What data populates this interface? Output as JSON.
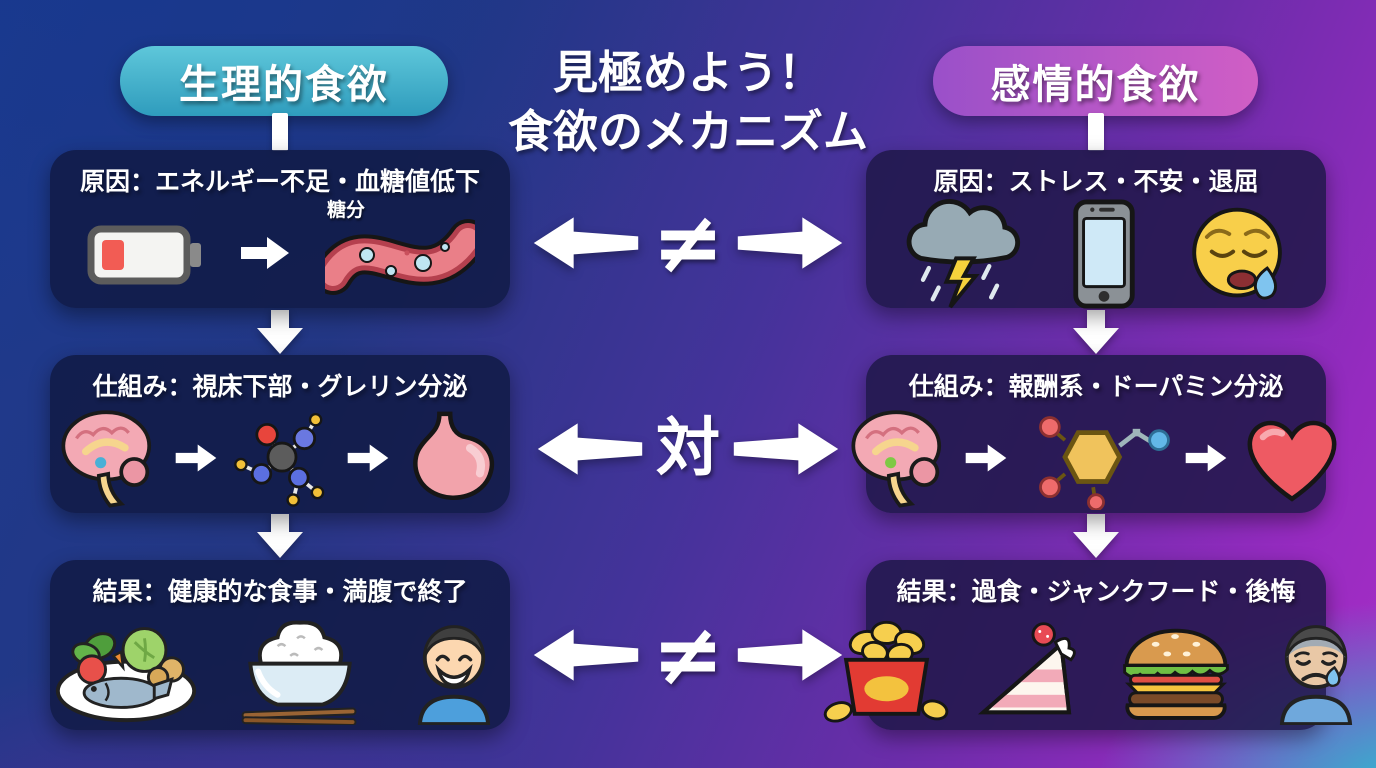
{
  "poster": {
    "title_line1": "見極めよう！",
    "title_line2": "食欲のメカニズム"
  },
  "left": {
    "header": "生理的食欲",
    "boxes": [
      {
        "label": "原因：エネルギー不足・血糖値低下",
        "annotation": "糖分",
        "icons": [
          "low-battery-icon",
          "right-arrow-icon",
          "blood-vessel-icon"
        ]
      },
      {
        "label": "仕組み：視床下部・グレリン分泌",
        "icons": [
          "brain-icon",
          "right-arrow-icon",
          "ghrelin-molecule-icon",
          "right-arrow-icon",
          "stomach-icon"
        ]
      },
      {
        "label": "結果：健康的な食事・満腹で終了",
        "icons": [
          "healthy-meal-icon",
          "rice-bowl-icon",
          "happy-person-icon"
        ]
      }
    ]
  },
  "right": {
    "header": "感情的食欲",
    "boxes": [
      {
        "label": "原因：ストレス・不安・退屈",
        "icons": [
          "storm-cloud-icon",
          "smartphone-icon",
          "weary-face-icon"
        ]
      },
      {
        "label": "仕組み：報酬系・ドーパミン分泌",
        "icons": [
          "brain-icon",
          "right-arrow-icon",
          "dopamine-molecule-icon",
          "right-arrow-icon",
          "heart-icon"
        ]
      },
      {
        "label": "結果：過食・ジャンクフード・後悔",
        "icons": [
          "snack-bucket-icon",
          "cake-slice-icon",
          "burger-icon",
          "regret-person-icon"
        ]
      }
    ]
  },
  "center": {
    "rows": [
      {
        "symbol": "≠"
      },
      {
        "symbol": "対"
      },
      {
        "symbol": "≠"
      }
    ]
  },
  "colors": {
    "left_accent_start": "#5ec7da",
    "left_accent_end": "#2f9cbd",
    "right_accent_start": "#9a50c9",
    "right_accent_end": "#d05ec5",
    "background_blue": "#1d3a8d",
    "background_purple": "#962bc0",
    "background_teal": "#25c4cf",
    "box_navy_left": "#111a44",
    "box_navy_right": "#1f1848",
    "arrow_white": "#ffffff"
  }
}
